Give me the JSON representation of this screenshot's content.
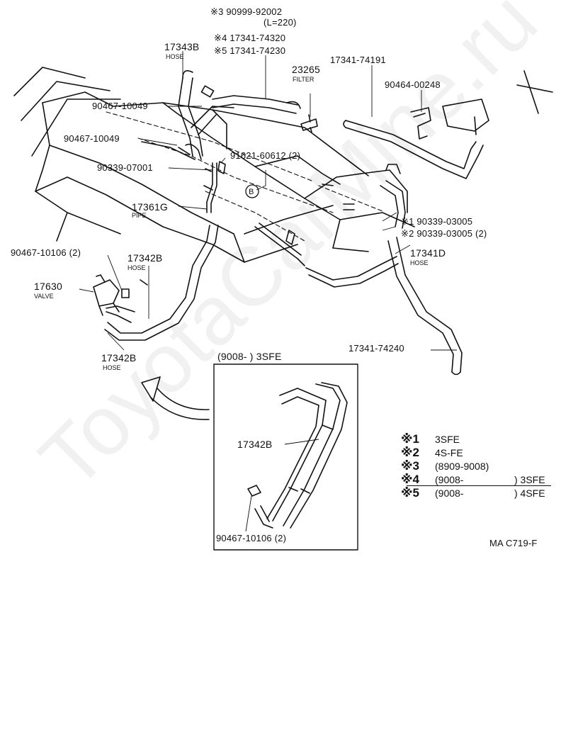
{
  "diagram": {
    "labels": {
      "p_90999": "※3 90999-92002",
      "p_l220": "(L=220)",
      "p_74320": "※4 17341-74320",
      "p_74230": "※5 17341-74230",
      "p_17343b": "17343B",
      "hose_a": "HOSE",
      "p_23265": "23265",
      "filter": "FILTER",
      "p_74191": "17341-74191",
      "p_90464": "90464-00248",
      "p_10049a": "90467-10049",
      "p_10049b": "90467-10049",
      "p_60612": "91621-60612 (2)",
      "p_07001": "90339-07001",
      "circle_b": "B",
      "p_17361g": "17361G",
      "pipe": "PIPE",
      "p_03005a": "※1 90339-03005",
      "p_03005b": "※2 90339-03005 (2)",
      "p_10106a": "90467-10106 (2)",
      "p_17342b_top": "17342B",
      "hose_b": "HOSE",
      "p_17341d": "17341D",
      "hose_c": "HOSE",
      "p_17630": "17630",
      "valve": "VALVE",
      "p_74240": "17341-74240",
      "p_17342b_bot": "17342B",
      "hose_d": "HOSE",
      "inset_title": "(9008-        ) 3SFE",
      "inset_17342b": "17342B",
      "inset_10106": "90467-10106 (2)",
      "code": "MA C719-F"
    },
    "legend": [
      {
        "mark": "※1",
        "text": "3SFE",
        "extra": ""
      },
      {
        "mark": "※2",
        "text": "4S-FE",
        "extra": ""
      },
      {
        "mark": "※3",
        "text": "(8909-9008)",
        "extra": ""
      },
      {
        "mark": "※4",
        "text": "(9008-",
        "extra": ") 3SFE"
      },
      {
        "mark": "※5",
        "text": "(9008-",
        "extra": ") 4SFE"
      }
    ],
    "watermark": "ToyotaCarMine.ru"
  }
}
